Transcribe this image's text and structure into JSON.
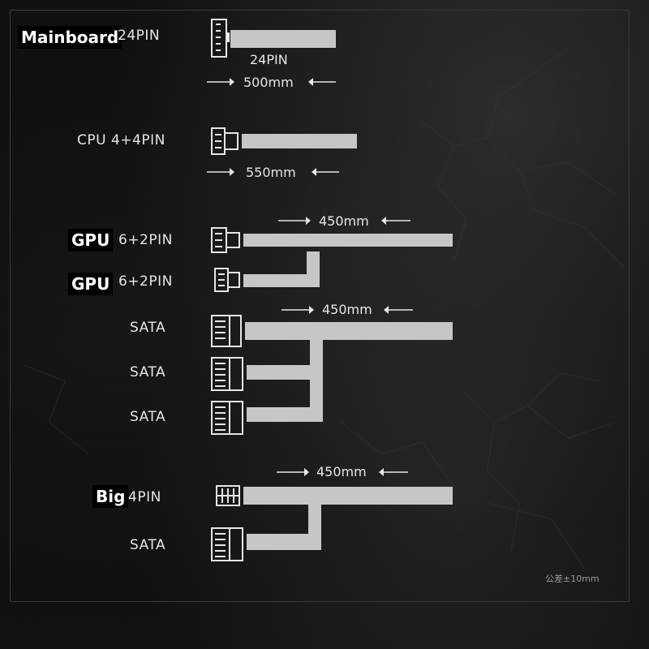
{
  "cables": {
    "mainboard": {
      "tag": "Mainboard",
      "pin": "24PIN",
      "connector_label": "24PIN",
      "length": "500mm"
    },
    "cpu": {
      "label": "CPU 4+4PIN",
      "length": "550mm"
    },
    "gpu1": {
      "tag": "GPU",
      "pin": "6+2PIN",
      "length": "450mm"
    },
    "gpu2": {
      "tag": "GPU",
      "pin": "6+2PIN"
    },
    "sata_group": {
      "length": "450mm",
      "labels": [
        "SATA",
        "SATA",
        "SATA"
      ]
    },
    "peripheral": {
      "tag": "Big",
      "pin": "4PIN",
      "length": "450mm",
      "sata_label": "SATA"
    }
  },
  "tolerance": "公差±10mm",
  "colors": {
    "background": "#0d0d0d",
    "cable": "#c6c6c6",
    "text": "#e6e6e6",
    "frame": "#3a3a3a"
  },
  "icons": [
    "arrow-right-icon",
    "arrow-left-icon",
    "24pin-connector-icon",
    "cpu-connector-icon",
    "pcie-connector-icon",
    "sata-connector-icon",
    "molex-connector-icon"
  ]
}
